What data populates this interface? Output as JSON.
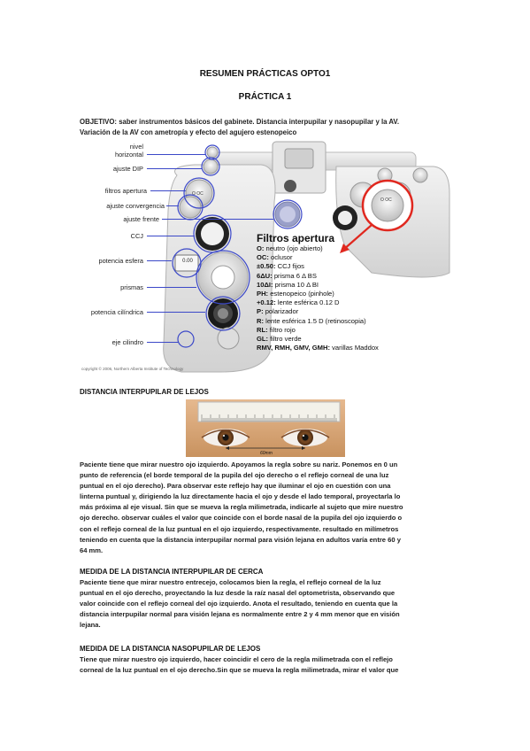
{
  "doc": {
    "main_title": "RESUMEN PRÁCTICAS OPTO1",
    "practice_title": "PRÁCTICA 1",
    "objective": [
      "OBJETIVO: saber instrumentos básicos del gabinete. Distancia interpupilar y nasopupilar y la AV.",
      "Variación de la AV con ametropía y efecto del agujero estenopeico"
    ]
  },
  "figure": {
    "labels": {
      "nivel": "nivel",
      "horizontal": "horizontal",
      "ajuste_dip": "ajuste DIP",
      "filtros_apertura": "filtros apertura",
      "ajuste_convergencia": "ajuste convergencia",
      "ajuste_frente": "ajuste frente",
      "ccj": "CCJ",
      "potencia_esfera": "potencia esfera",
      "prismas": "prismas",
      "potencia_cilindrica": "potencia cilíndrica",
      "eje_cilindro": "eje cilindro"
    },
    "sphere_value": "0.00",
    "filters_title": "Filtros apertura",
    "filters": [
      {
        "key": "O:",
        "text": " neutro (ojo abierto)"
      },
      {
        "key": "OC:",
        "text": " oclusor"
      },
      {
        "key": "±0.50:",
        "text": " CCJ fijos"
      },
      {
        "key": "6ΔU:",
        "text": " prisma 6 Δ BS"
      },
      {
        "key": "10ΔI:",
        "text": " prisma 10 Δ BI"
      },
      {
        "key": "PH:",
        "text": " estenopeico (pinhole)"
      },
      {
        "key": "+0.12:",
        "text": " lente esférica 0.12 D"
      },
      {
        "key": "P:",
        "text": " polarizador"
      },
      {
        "key": "R:",
        "text": " lente esférica 1.5 D (retinoscopia)"
      },
      {
        "key": "RL:",
        "text": " filtro rojo"
      },
      {
        "key": "GL:",
        "text": " filtro verde"
      },
      {
        "key": "RMV, RMH, GMV, GMH:",
        "text": " varillas Maddox"
      }
    ],
    "copyright": "copyright © 2006, Northern Alberta Institute of Technology"
  },
  "colors": {
    "accent_blue": "#3b48c8",
    "red": "#e0281f"
  },
  "ruler": {
    "caption": "60mm"
  },
  "sections": [
    {
      "heading": "DISTANCIA INTERPUPILAR DE LEJOS",
      "lines": [
        "Paciente tiene que mirar nuestro ojo izquierdo. Apoyamos la regla sobre su nariz. Ponemos en 0 un",
        "punto de referencia (el borde temporal de la pupila del ojo derecho o el reflejo corneal de una luz",
        "puntual en el ojo derecho). Para observar este reflejo hay que iluminar el ojo en cuestión con una",
        "linterna puntual y, dirigiendo la luz directamente hacia el ojo y desde el lado temporal, proyectarla lo",
        "más próxima al eje visual. Sin que se mueva la regla milimetrada, indicarle al sujeto que mire nuestro",
        "ojo derecho. observar cuáles el valor que coincide con el borde nasal de la pupila del ojo izquierdo o",
        "con el reflejo corneal de la luz puntual en el ojo izquierdo, respectivamente. resultado en milímetros",
        "teniendo en cuenta que la distancia interpupilar normal para visión lejana en adultos varía entre 60 y",
        "64 mm."
      ]
    },
    {
      "heading": "MEDIDA DE LA DISTANCIA INTERPUPILAR DE CERCA",
      "lines": [
        "Paciente tiene que mirar nuestro entrecejo, colocamos bien la regla, el reflejo corneal de la luz",
        "puntual en el ojo derecho, proyectando la luz desde la raíz nasal del optometrista, observando que",
        "valor coincide con el reflejo corneal del ojo izquierdo. Anota el resultado, teniendo en cuenta que la",
        "distancia interpupilar normal para visión lejana es normalmente entre 2 y 4 mm menor que en visión",
        "lejana."
      ]
    },
    {
      "heading": "MEDIDA DE LA DISTANCIA NASOPUPILAR DE LEJOS",
      "lines": [
        "Tiene que mirar nuestro ojo izquierdo, hacer coincidir el cero de la regla milimetrada con el reflejo",
        "corneal de la luz puntual en el ojo derecho.Sin que se mueva la regla milimetrada, mirar el valor que"
      ]
    }
  ]
}
